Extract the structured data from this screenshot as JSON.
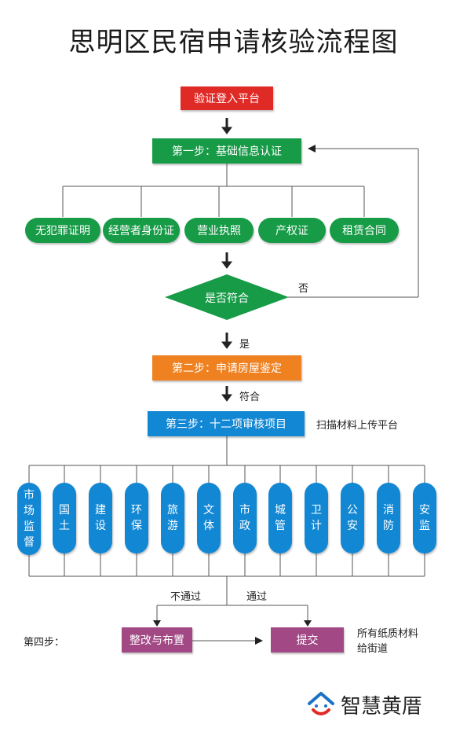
{
  "title": "思明区民宿申请核验流程图",
  "colors": {
    "red": "#e02a26",
    "green": "#179b47",
    "orange": "#ef8121",
    "blue": "#1287d3",
    "purple": "#a24885"
  },
  "nodes": {
    "login": "验证登入平台",
    "step1": "第一步：基础信息认证",
    "docs": [
      "无犯罪证明",
      "经营者身份证",
      "营业执照",
      "产权证",
      "租赁合同"
    ],
    "decision": "是否符合",
    "no": "否",
    "yes": "是",
    "step2": "第二步：申请房屋鉴定",
    "conform": "符合",
    "step3": "第三步：十二项审核项目",
    "step3_note": "扫描材料上传平台",
    "departments": [
      "市场监督",
      "国土",
      "建设",
      "环保",
      "旅游",
      "文体",
      "市政",
      "城管",
      "卫计",
      "公安",
      "消防",
      "安监"
    ],
    "fail": "不通过",
    "pass": "通过",
    "step4": "第四步：",
    "rectify": "整改与布置",
    "submit": "提交",
    "submit_note_line1": "所有纸质材料",
    "submit_note_line2": "给街道"
  },
  "logo": {
    "text": "智慧黄厝",
    "icon": "house-smile-icon"
  }
}
